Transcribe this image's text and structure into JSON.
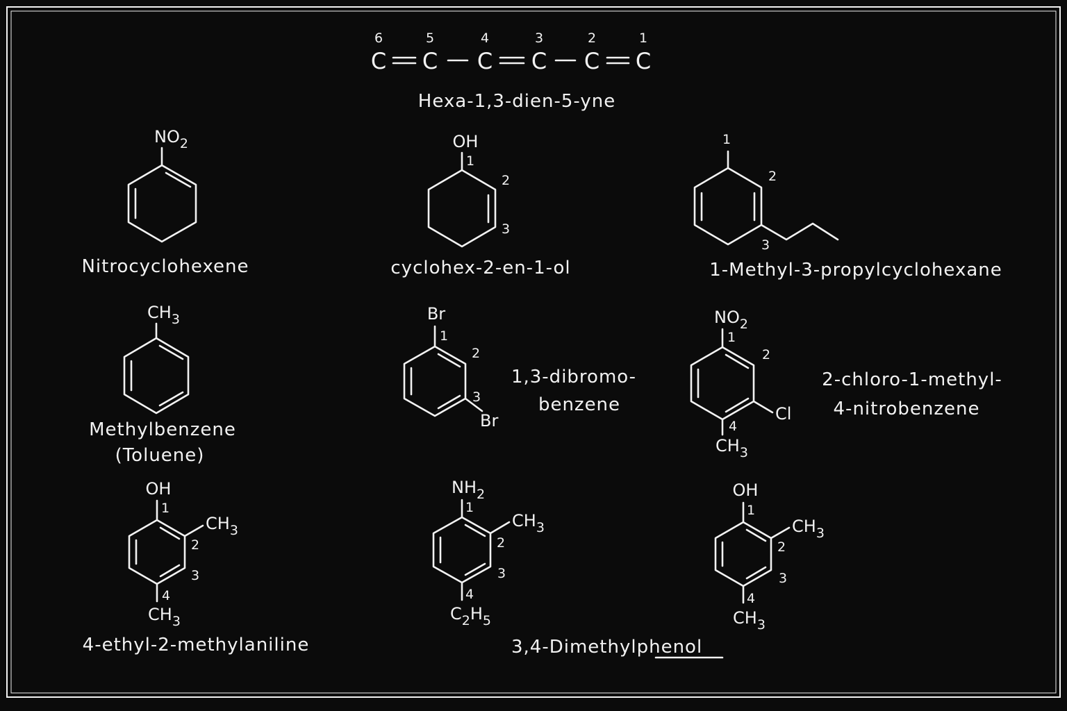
{
  "colors": {
    "background": "#0b0b0b",
    "chalk": "#f2f2f2"
  },
  "chain": {
    "numbers": [
      "6",
      "5",
      "4",
      "3",
      "2",
      "1"
    ],
    "atom": "C",
    "name": "Hexa-1,3-dien-5-yne"
  },
  "nitrocyclohexene": {
    "group": "NO",
    "group_sub": "2",
    "name": "Nitrocyclohexene"
  },
  "cyclohexenol": {
    "group": "OH",
    "n1": "1",
    "n2": "2",
    "n3": "3",
    "name": "cyclohex-2-en-1-ol"
  },
  "methylpropyl": {
    "n1": "1",
    "n2": "2",
    "n3": "3",
    "name": "1-Methyl-3-propylcyclohexane"
  },
  "toluene": {
    "group": "CH",
    "group_sub": "3",
    "name": "Methylbenzene",
    "name2": "(Toluene)"
  },
  "dibromobenzene": {
    "br1": "Br",
    "br3": "Br",
    "n1": "1",
    "n2": "2",
    "n3": "3",
    "name": "1,3-dibromo-",
    "name2": "benzene"
  },
  "chloronitro": {
    "group": "NO",
    "group_sub": "2",
    "cl": "Cl",
    "ch": "CH",
    "ch_sub": "3",
    "n1": "1",
    "n2": "2",
    "n4": "4",
    "name": "2-chloro-1-methyl-",
    "name2": "4-nitrobenzene"
  },
  "ethylmethylaniline_left": {
    "oh": "OH",
    "ch_a": "CH",
    "ch_a_sub": "3",
    "ch_b": "CH",
    "ch_b_sub": "3",
    "n1": "1",
    "n2": "2",
    "n3": "3",
    "n4": "4",
    "name": "4-ethyl-2-methylaniline"
  },
  "aniline_middle": {
    "nh": "NH",
    "nh_sub": "2",
    "ch": "CH",
    "ch_sub": "3",
    "c": "C",
    "c_sub": "2",
    "h": "H",
    "h_sub": "5",
    "n1": "1",
    "n2": "2",
    "n3": "3",
    "n4": "4"
  },
  "dimethylphenol": {
    "oh": "OH",
    "ch_a": "CH",
    "ch_a_sub": "3",
    "ch_b": "CH",
    "ch_b_sub": "3",
    "n1": "1",
    "n2": "2",
    "n3": "3",
    "n4": "4",
    "name": "3,4-Dimethylphenol",
    "name_a": "3,4-Dimethyl",
    "name_b": "phenol"
  }
}
